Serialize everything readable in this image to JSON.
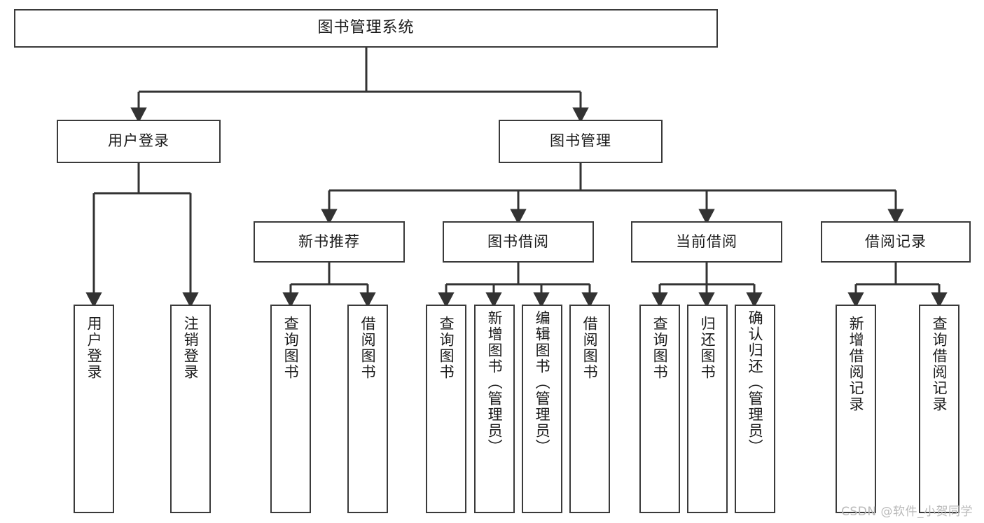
{
  "diagram": {
    "title": "图书管理系统",
    "type": "tree-hierarchy-diagram",
    "watermark": "CSDN @软件_小贺同学",
    "colors": {
      "box_border": "#3a3a3a",
      "box_fill": "#ffffff",
      "line": "#333333",
      "text": "#1a1a1a",
      "watermark": "#b9b9b9",
      "background": "#ffffff"
    },
    "nodes": {
      "root": {
        "label": "图书管理系统"
      },
      "level2": [
        {
          "id": "user-login",
          "label": "用户登录"
        },
        {
          "id": "book-manage",
          "label": "图书管理"
        }
      ],
      "level3": [
        {
          "id": "new-book-recommend",
          "label": "新书推荐"
        },
        {
          "id": "book-borrow",
          "label": "图书借阅"
        },
        {
          "id": "current-borrow",
          "label": "当前借阅"
        },
        {
          "id": "borrow-record",
          "label": "借阅记录"
        }
      ],
      "leaves": [
        {
          "id": "leaf-user-login",
          "label": "用户登录",
          "parent": "user-login"
        },
        {
          "id": "leaf-user-logout",
          "label": "注销登录",
          "parent": "user-login"
        },
        {
          "id": "leaf-query-book-1",
          "label": "查询图书",
          "parent": "new-book-recommend"
        },
        {
          "id": "leaf-borrow-book-1",
          "label": "借阅图书",
          "parent": "new-book-recommend"
        },
        {
          "id": "leaf-query-book-2",
          "label": "查询图书",
          "parent": "book-borrow"
        },
        {
          "id": "leaf-add-book",
          "label": "新增图书（管理员）",
          "parent": "book-borrow"
        },
        {
          "id": "leaf-edit-book",
          "label": "编辑图书（管理员）",
          "parent": "book-borrow"
        },
        {
          "id": "leaf-borrow-book-2",
          "label": "借阅图书",
          "parent": "book-borrow"
        },
        {
          "id": "leaf-query-book-3",
          "label": "查询图书",
          "parent": "current-borrow"
        },
        {
          "id": "leaf-return-book",
          "label": "归还图书",
          "parent": "current-borrow"
        },
        {
          "id": "leaf-confirm-return",
          "label": "确认归还（管理员）",
          "parent": "current-borrow"
        },
        {
          "id": "leaf-add-record",
          "label": "新增借阅记录",
          "parent": "borrow-record"
        },
        {
          "id": "leaf-query-record",
          "label": "查询借阅记录",
          "parent": "borrow-record"
        }
      ]
    }
  }
}
